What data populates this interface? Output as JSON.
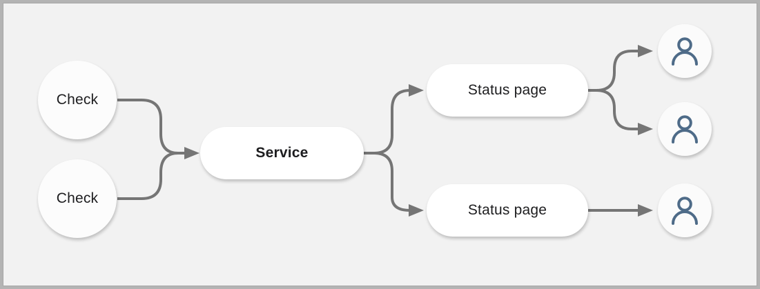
{
  "canvas": {
    "background_color": "#f2f2f2",
    "frame_border_color": "#b4b4b4",
    "connector_color": "#757575"
  },
  "nodes": {
    "checks": [
      {
        "id": "check-1",
        "label": "Check",
        "shape": "circle"
      },
      {
        "id": "check-2",
        "label": "Check",
        "shape": "circle"
      }
    ],
    "service": {
      "id": "service",
      "label": "Service",
      "shape": "pill",
      "emphasis": "bold"
    },
    "status_pages": [
      {
        "id": "status-1",
        "label": "Status page",
        "shape": "pill"
      },
      {
        "id": "status-2",
        "label": "Status page",
        "shape": "pill"
      }
    ],
    "users": [
      {
        "id": "user-1",
        "icon": "person-icon"
      },
      {
        "id": "user-2",
        "icon": "person-icon"
      },
      {
        "id": "user-3",
        "icon": "person-icon"
      }
    ],
    "user_icon_color": "#4e6b88",
    "node_fill": "#ffffff",
    "text_color": "#1d1d1f"
  },
  "edges": [
    {
      "from": "check-1",
      "to": "service"
    },
    {
      "from": "check-2",
      "to": "service"
    },
    {
      "from": "service",
      "to": "status-1"
    },
    {
      "from": "service",
      "to": "status-2"
    },
    {
      "from": "status-1",
      "to": "user-1"
    },
    {
      "from": "status-1",
      "to": "user-2"
    },
    {
      "from": "status-2",
      "to": "user-3"
    }
  ]
}
